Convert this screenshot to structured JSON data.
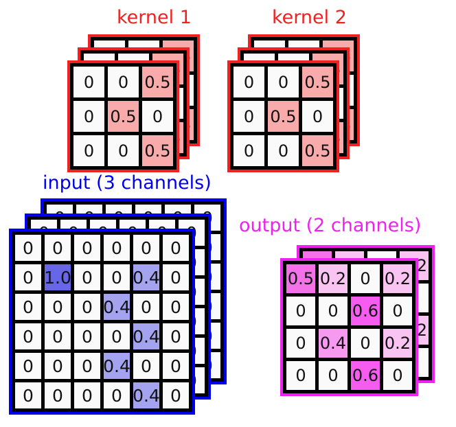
{
  "colors": {
    "kernel_border": "#ee2222",
    "kernel_title": "#ee2222",
    "kernel_highlight": "#f9aaaa",
    "input_border": "#0000ee",
    "input_title": "#0000ee",
    "input_high_1": "#6666e6",
    "input_high_04": "#a3a3f0",
    "output_border": "#ee22ee",
    "output_title": "#ee22ee",
    "output_05": "#f472e8",
    "output_02": "#f9c4f2",
    "output_04": "#f79aef",
    "output_06": "#f65cf0",
    "cell_bg": "#fafafa",
    "gridline": "#000000",
    "page_bg": "#ffffff"
  },
  "titles": {
    "kernel_1": "kernel 1",
    "kernel_2": "kernel 2",
    "input": "input (3 channels)",
    "output": "output (2 channels)"
  },
  "kernel": {
    "rows": 3,
    "cols": 3,
    "channels": 3,
    "values": [
      [
        "0",
        "0",
        "0.5"
      ],
      [
        "0",
        "0.5",
        "0"
      ],
      [
        "0",
        "0",
        "0.5"
      ]
    ],
    "highlight": [
      [
        false,
        false,
        true
      ],
      [
        false,
        true,
        false
      ],
      [
        false,
        false,
        true
      ]
    ]
  },
  "input": {
    "rows": 6,
    "cols": 6,
    "channels": 3,
    "values": [
      [
        "0",
        "0",
        "0",
        "0",
        "0",
        "0"
      ],
      [
        "0",
        "1.0",
        "0",
        "0",
        "0.4",
        "0"
      ],
      [
        "0",
        "0",
        "0",
        "0.4",
        "0",
        "0"
      ],
      [
        "0",
        "0",
        "0",
        "0",
        "0.4",
        "0"
      ],
      [
        "0",
        "0",
        "0",
        "0.4",
        "0",
        "0"
      ],
      [
        "0",
        "0",
        "0",
        "0",
        "0.4",
        "0"
      ]
    ]
  },
  "output": {
    "rows": 4,
    "cols": 4,
    "channels": 2,
    "values": [
      [
        "0.5",
        "0.2",
        "0",
        "0.2"
      ],
      [
        "0",
        "0",
        "0.6",
        "0"
      ],
      [
        "0",
        "0.4",
        "0",
        "0.2"
      ],
      [
        "0",
        "0",
        "0.6",
        "0"
      ]
    ]
  }
}
